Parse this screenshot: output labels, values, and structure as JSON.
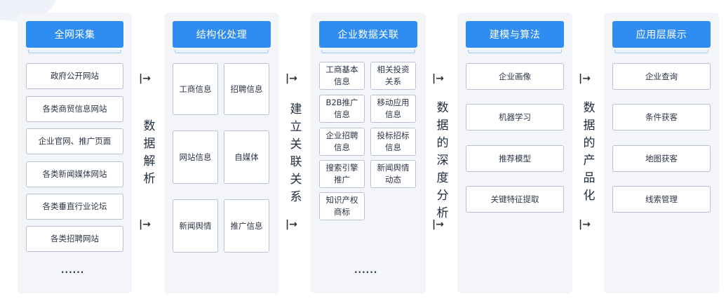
{
  "columns": [
    {
      "title": "全网采集",
      "items": [
        "政府公开网站",
        "各类商贸信息网站",
        "企业官网、推广页面",
        "各类新闻媒体网站",
        "各类垂直行业论坛",
        "各类招聘网站"
      ],
      "more": "......"
    },
    {
      "title": "结构化处理",
      "items": [
        "工商信息",
        "招聘信息",
        "网站信息",
        "自媒体",
        "新闻舆情",
        "推广信息"
      ]
    },
    {
      "title": "企业数据关联",
      "items": [
        "工商基本\n信息",
        "相关投资\n关系",
        "B2B推广\n信息",
        "移动应用\n信息",
        "企业招聘\n信息",
        "投标招标\n信息",
        "搜索引擎\n推广",
        "新闻舆情\n动态",
        "知识产权\n商标"
      ],
      "more": "......"
    },
    {
      "title": "建模与算法",
      "items": [
        "企业画像",
        "机器学习",
        "推荐模型",
        "关键特征提取"
      ]
    },
    {
      "title": "应用层展示",
      "items": [
        "企业查询",
        "条件获客",
        "地图获客",
        "线索管理"
      ]
    }
  ],
  "connectors": [
    {
      "label": "数据解析",
      "arrow": "|→"
    },
    {
      "label": "建立关联关系",
      "arrow": "|→"
    },
    {
      "label": "数据的深度分析",
      "arrow": "|→"
    },
    {
      "label": "数据的产品化",
      "arrow": "|→"
    }
  ]
}
